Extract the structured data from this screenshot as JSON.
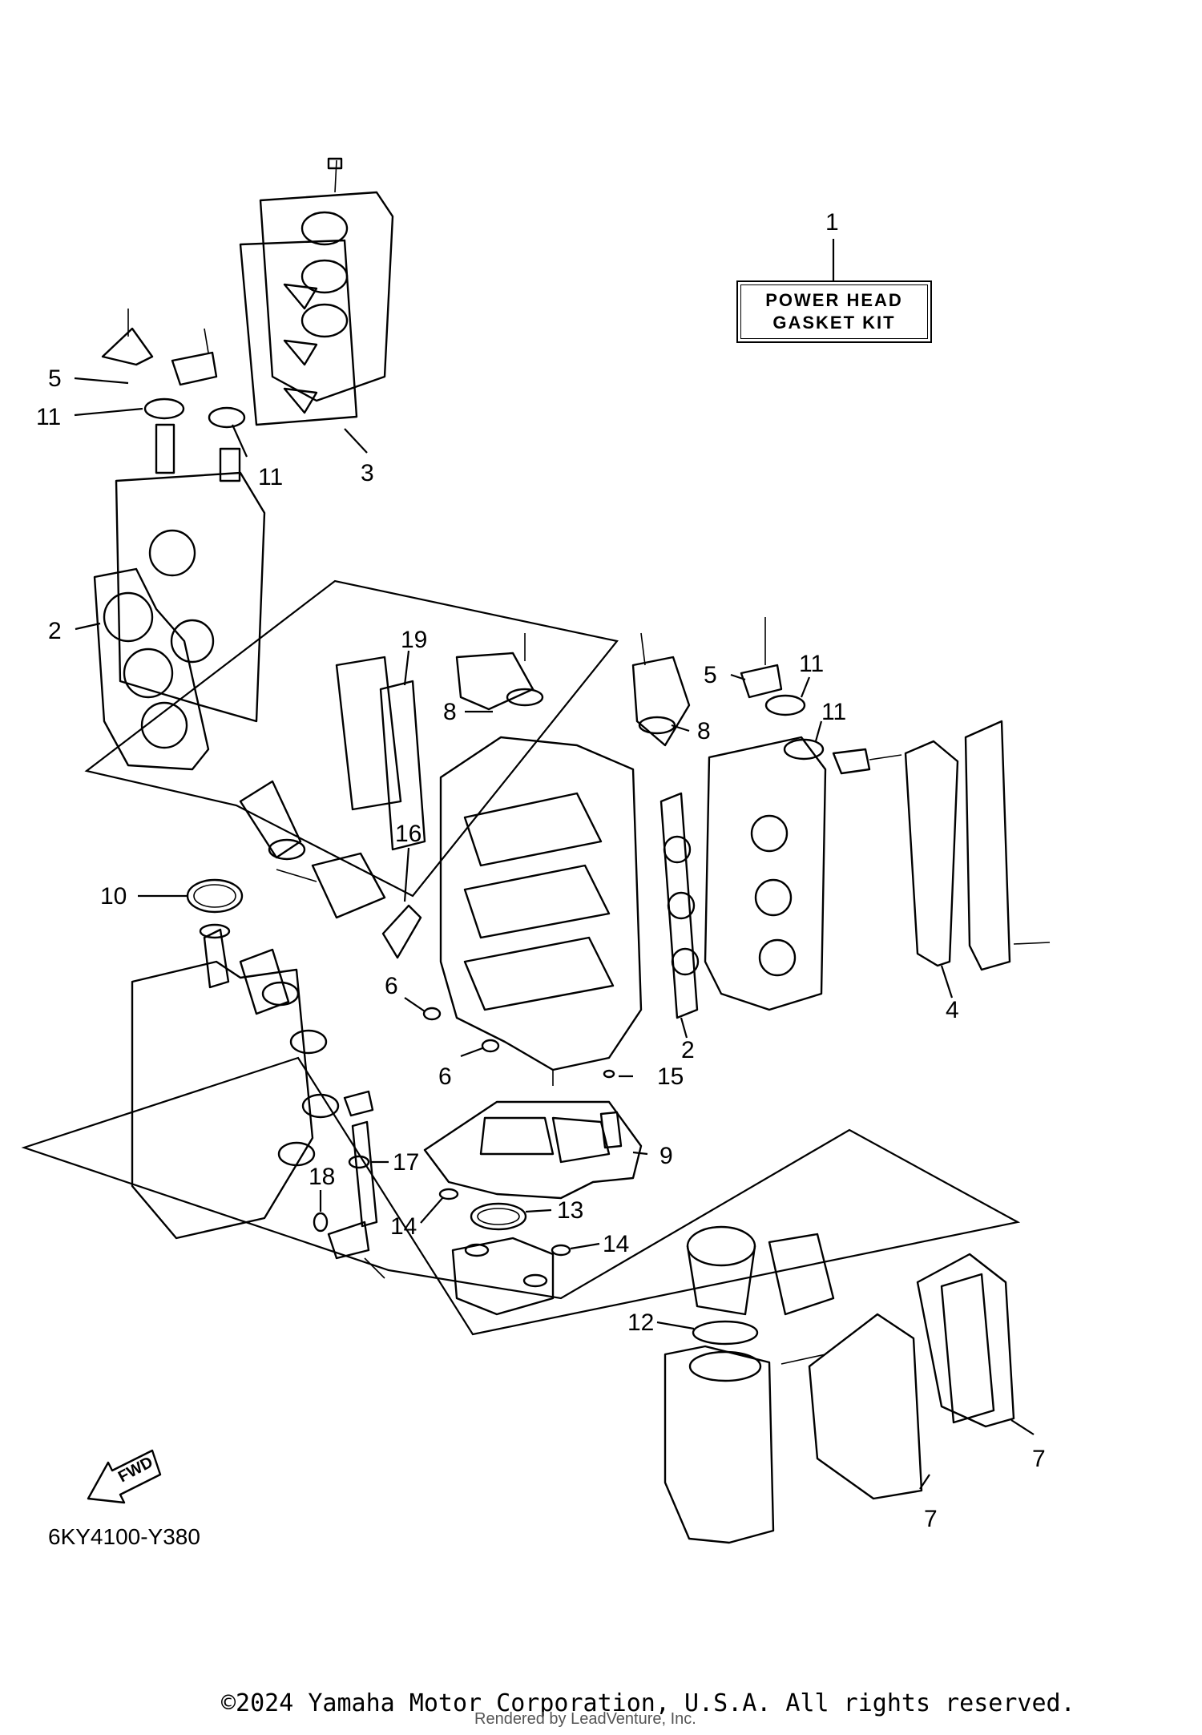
{
  "kit_label": {
    "line1": "POWER HEAD",
    "line2": "GASKET KIT"
  },
  "diagram_code": "6KY4100-Y380",
  "copyright": "©2024 Yamaha Motor Corporation, U.S.A. All rights reserved.",
  "rendered_by": "Rendered by LeadVenture, Inc.",
  "fwd_marker": "FWD",
  "callouts": {
    "c1": "1",
    "c2a": "2",
    "c2b": "2",
    "c3": "3",
    "c4": "4",
    "c5a": "5",
    "c5b": "5",
    "c6a": "6",
    "c6b": "6",
    "c7a": "7",
    "c7b": "7",
    "c8a": "8",
    "c8b": "8",
    "c9": "9",
    "c10": "10",
    "c11a": "11",
    "c11b": "11",
    "c11c": "11",
    "c11d": "11",
    "c12": "12",
    "c13": "13",
    "c14a": "14",
    "c14b": "14",
    "c15": "15",
    "c16": "16",
    "c17": "17",
    "c18": "18",
    "c19": "19"
  }
}
